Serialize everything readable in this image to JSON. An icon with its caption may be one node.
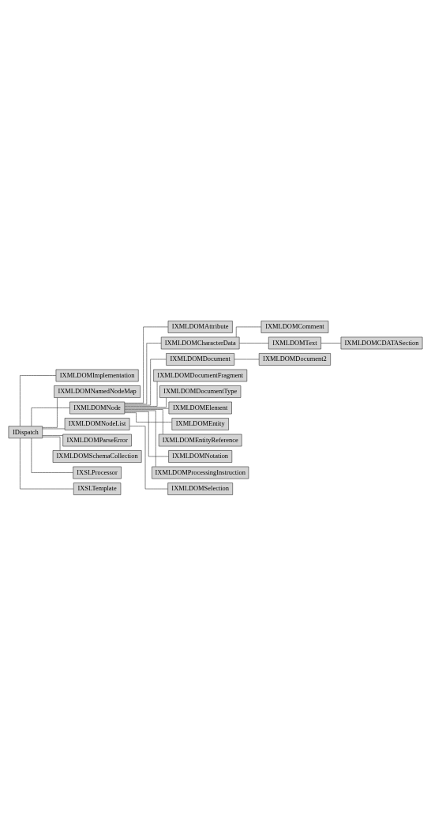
{
  "diagram": {
    "nodes": [
      {
        "text": [
          "IDispatch"
        ]
      },
      {
        "text": [
          "IXMLDOMImplementation"
        ]
      },
      {
        "text": [
          "IXMLDOMNamedNodeMap"
        ]
      },
      {
        "text": [
          "IXMLDOMNode"
        ]
      },
      {
        "text": [
          "IXMLDOMAttribute"
        ]
      },
      {
        "text": [
          "IXMLDOMCharacterData"
        ]
      },
      {
        "text": [
          "IXMLDOMComment"
        ]
      },
      {
        "text": [
          "IXMLDOMText"
        ]
      },
      {
        "text": [
          "IXMLDOMCDATASection"
        ]
      },
      {
        "text": [
          "IXMLDOMDocument"
        ]
      },
      {
        "text": [
          "IXMLDOMDocument2"
        ]
      },
      {
        "text": [
          "IXMLDOMDocumentFragment"
        ]
      },
      {
        "text": [
          "IXMLDOMDocumentType"
        ]
      },
      {
        "text": [
          "IXMLDOMElement"
        ]
      },
      {
        "text": [
          "IXMLDOMEntity"
        ]
      },
      {
        "text": [
          "IXMLDOMEntityReference"
        ]
      },
      {
        "text": [
          "IXMLDOMNotation"
        ]
      },
      {
        "text": [
          "IXMLDOMProcessingInstruction"
        ]
      },
      {
        "text": [
          "IXMLDOMNodeList"
        ]
      },
      {
        "text": [
          "IXMLDOMSelection"
        ]
      },
      {
        "text": [
          "IXMLDOMParseError"
        ]
      },
      {
        "text": [
          "IXMLDOMSchemaCollection"
        ]
      },
      {
        "text": [
          "IXSLProcessor"
        ]
      },
      {
        "text": [
          "IXSLTemplate"
        ]
      }
    ],
    "edges": [
      {
        "from": 0,
        "to": 1,
        "arrow": "none"
      },
      {
        "from": 0,
        "to": 2,
        "arrow": "none"
      },
      {
        "from": 0,
        "to": 3,
        "arrow": "none"
      },
      {
        "from": 3,
        "to": 4,
        "arrow": "none"
      },
      {
        "from": 3,
        "to": 5,
        "arrow": "none"
      },
      {
        "from": 5,
        "to": 6,
        "arrow": "none"
      },
      {
        "from": 5,
        "to": 7,
        "arrow": "none"
      },
      {
        "from": 7,
        "to": 8,
        "arrow": "none"
      },
      {
        "from": 3,
        "to": 9,
        "arrow": "none"
      },
      {
        "from": 9,
        "to": 10,
        "arrow": "none"
      },
      {
        "from": 3,
        "to": 11,
        "arrow": "none"
      },
      {
        "from": 3,
        "to": 12,
        "arrow": "none"
      },
      {
        "from": 3,
        "to": 13,
        "arrow": "none"
      },
      {
        "from": 3,
        "to": 14,
        "arrow": "none"
      },
      {
        "from": 3,
        "to": 15,
        "arrow": "none"
      },
      {
        "from": 3,
        "to": 16,
        "arrow": "none"
      },
      {
        "from": 3,
        "to": 17,
        "arrow": "none"
      },
      {
        "from": 0,
        "to": 18,
        "arrow": "none"
      },
      {
        "from": 18,
        "to": 19,
        "arrow": "none"
      },
      {
        "from": 0,
        "to": 20,
        "arrow": "none"
      },
      {
        "from": 0,
        "to": 21,
        "arrow": "none"
      },
      {
        "from": 0,
        "to": 22,
        "arrow": "none"
      },
      {
        "from": 0,
        "to": 23,
        "arrow": "none"
      }
    ]
  }
}
